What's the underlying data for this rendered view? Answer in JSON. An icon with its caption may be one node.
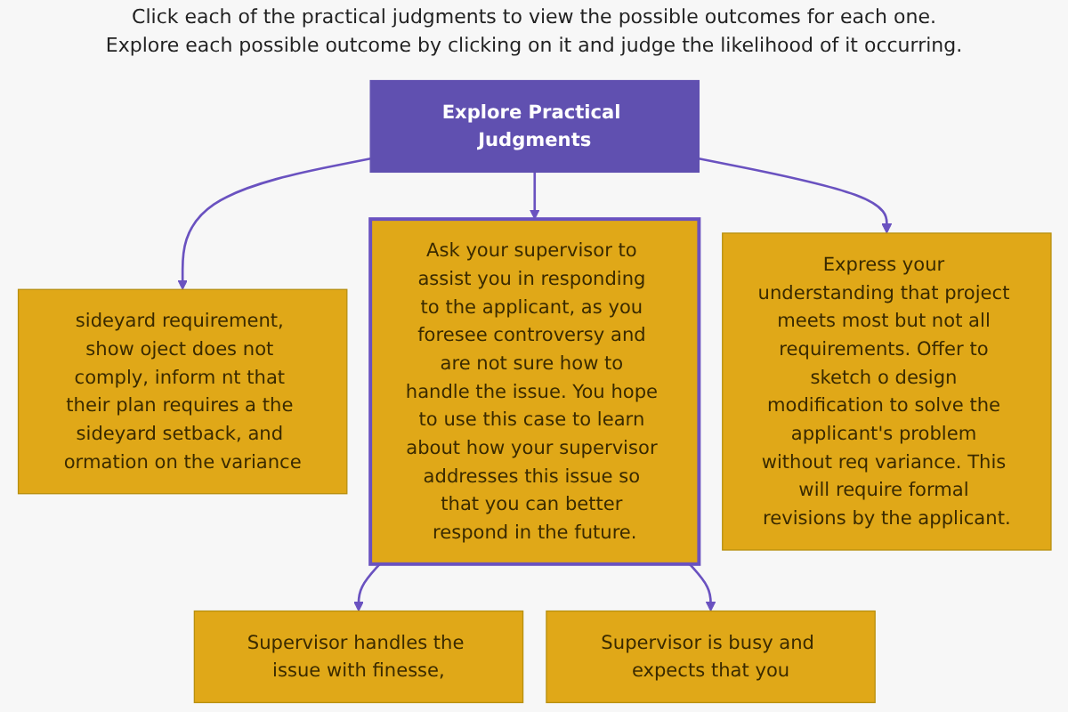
{
  "diagram": {
    "nodes": [
      {
        "text": [
          "Explore Practical Judgments"
        ]
      },
      {
        "text": [
          "sideyard requirement, show oject does not comply, inform nt that their plan requires a the sideyard setback, and ormation on the variance"
        ]
      },
      {
        "text": [
          "Ask your supervisor to assist you in responding to the applicant, as you foresee controversy and are not sure how to handle the issue. You hope to use this case to learn about how your supervisor addresses this issue so that you can better respond in the future."
        ]
      },
      {
        "text": [
          "Express your understanding that project meets most but not all requirements. Offer to sketch o design modification to solve the applicant's problem without req variance. This will require formal revisions by the applicant."
        ]
      },
      {
        "text": [
          "Supervisor handles the issue with finesse,"
        ]
      },
      {
        "text": [
          "Supervisor is busy and expects that you"
        ]
      }
    ],
    "edges": [
      {
        "from": 0,
        "to": 1,
        "arrow": "to"
      },
      {
        "from": 0,
        "to": 2,
        "arrow": "to"
      },
      {
        "from": 0,
        "to": 3,
        "arrow": "to"
      },
      {
        "from": 2,
        "to": 4,
        "arrow": "to"
      },
      {
        "from": 2,
        "to": 5,
        "arrow": "to"
      }
    ],
    "labels": [
      "Click each of the practical judgments to view the possible outcomes for each one.",
      "Explore each possible outcome by clicking on it and judge the likelihood of it occurring."
    ]
  }
}
